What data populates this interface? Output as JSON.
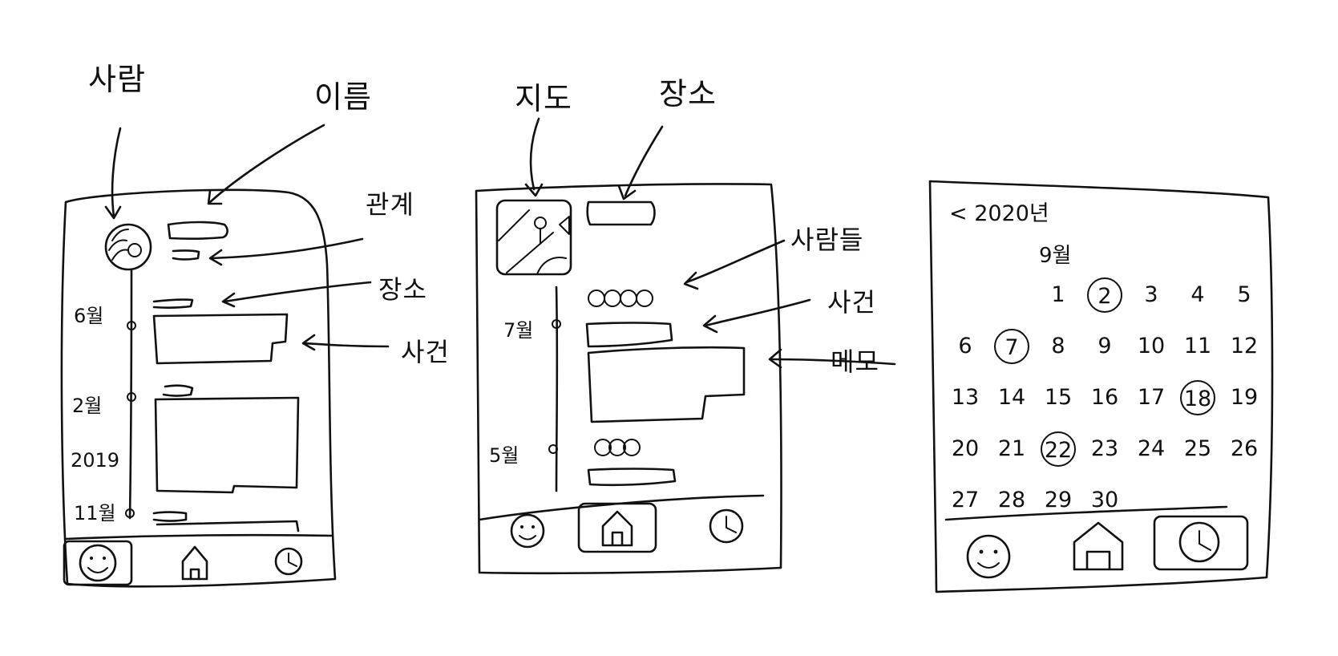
{
  "annotations": {
    "person": "사람",
    "name": "이름",
    "relation": "관계",
    "place": "장소",
    "event": "사건",
    "map": "지도",
    "place2": "장소",
    "people": "사람들",
    "event2": "사건",
    "memo": "메모"
  },
  "screen1": {
    "timeline": [
      "6월",
      "2월",
      "2019",
      "11월"
    ],
    "nav_icons": [
      "smiley-icon",
      "home-icon",
      "clock-icon"
    ],
    "active_tab": "smiley-icon"
  },
  "screen2": {
    "timeline": [
      "7월",
      "5월"
    ],
    "nav_icons": [
      "smiley-icon",
      "home-icon",
      "clock-icon"
    ],
    "active_tab": "home-icon"
  },
  "screen3": {
    "year_label": "< 2020년",
    "month_label": "9월",
    "weeks": [
      [
        "",
        "",
        "",
        "1",
        "2",
        "3",
        "4",
        "5"
      ],
      [
        "6",
        "7",
        "8",
        "9",
        "10",
        "11",
        "12"
      ],
      [
        "13",
        "14",
        "15",
        "16",
        "17",
        "18",
        "19"
      ],
      [
        "20",
        "21",
        "22",
        "23",
        "24",
        "25",
        "26"
      ],
      [
        "27",
        "28",
        "29",
        "30"
      ]
    ],
    "circled_days": [
      "2",
      "7",
      "18",
      "22"
    ],
    "nav_icons": [
      "smiley-icon",
      "home-icon",
      "clock-icon"
    ],
    "active_tab": "clock-icon"
  }
}
